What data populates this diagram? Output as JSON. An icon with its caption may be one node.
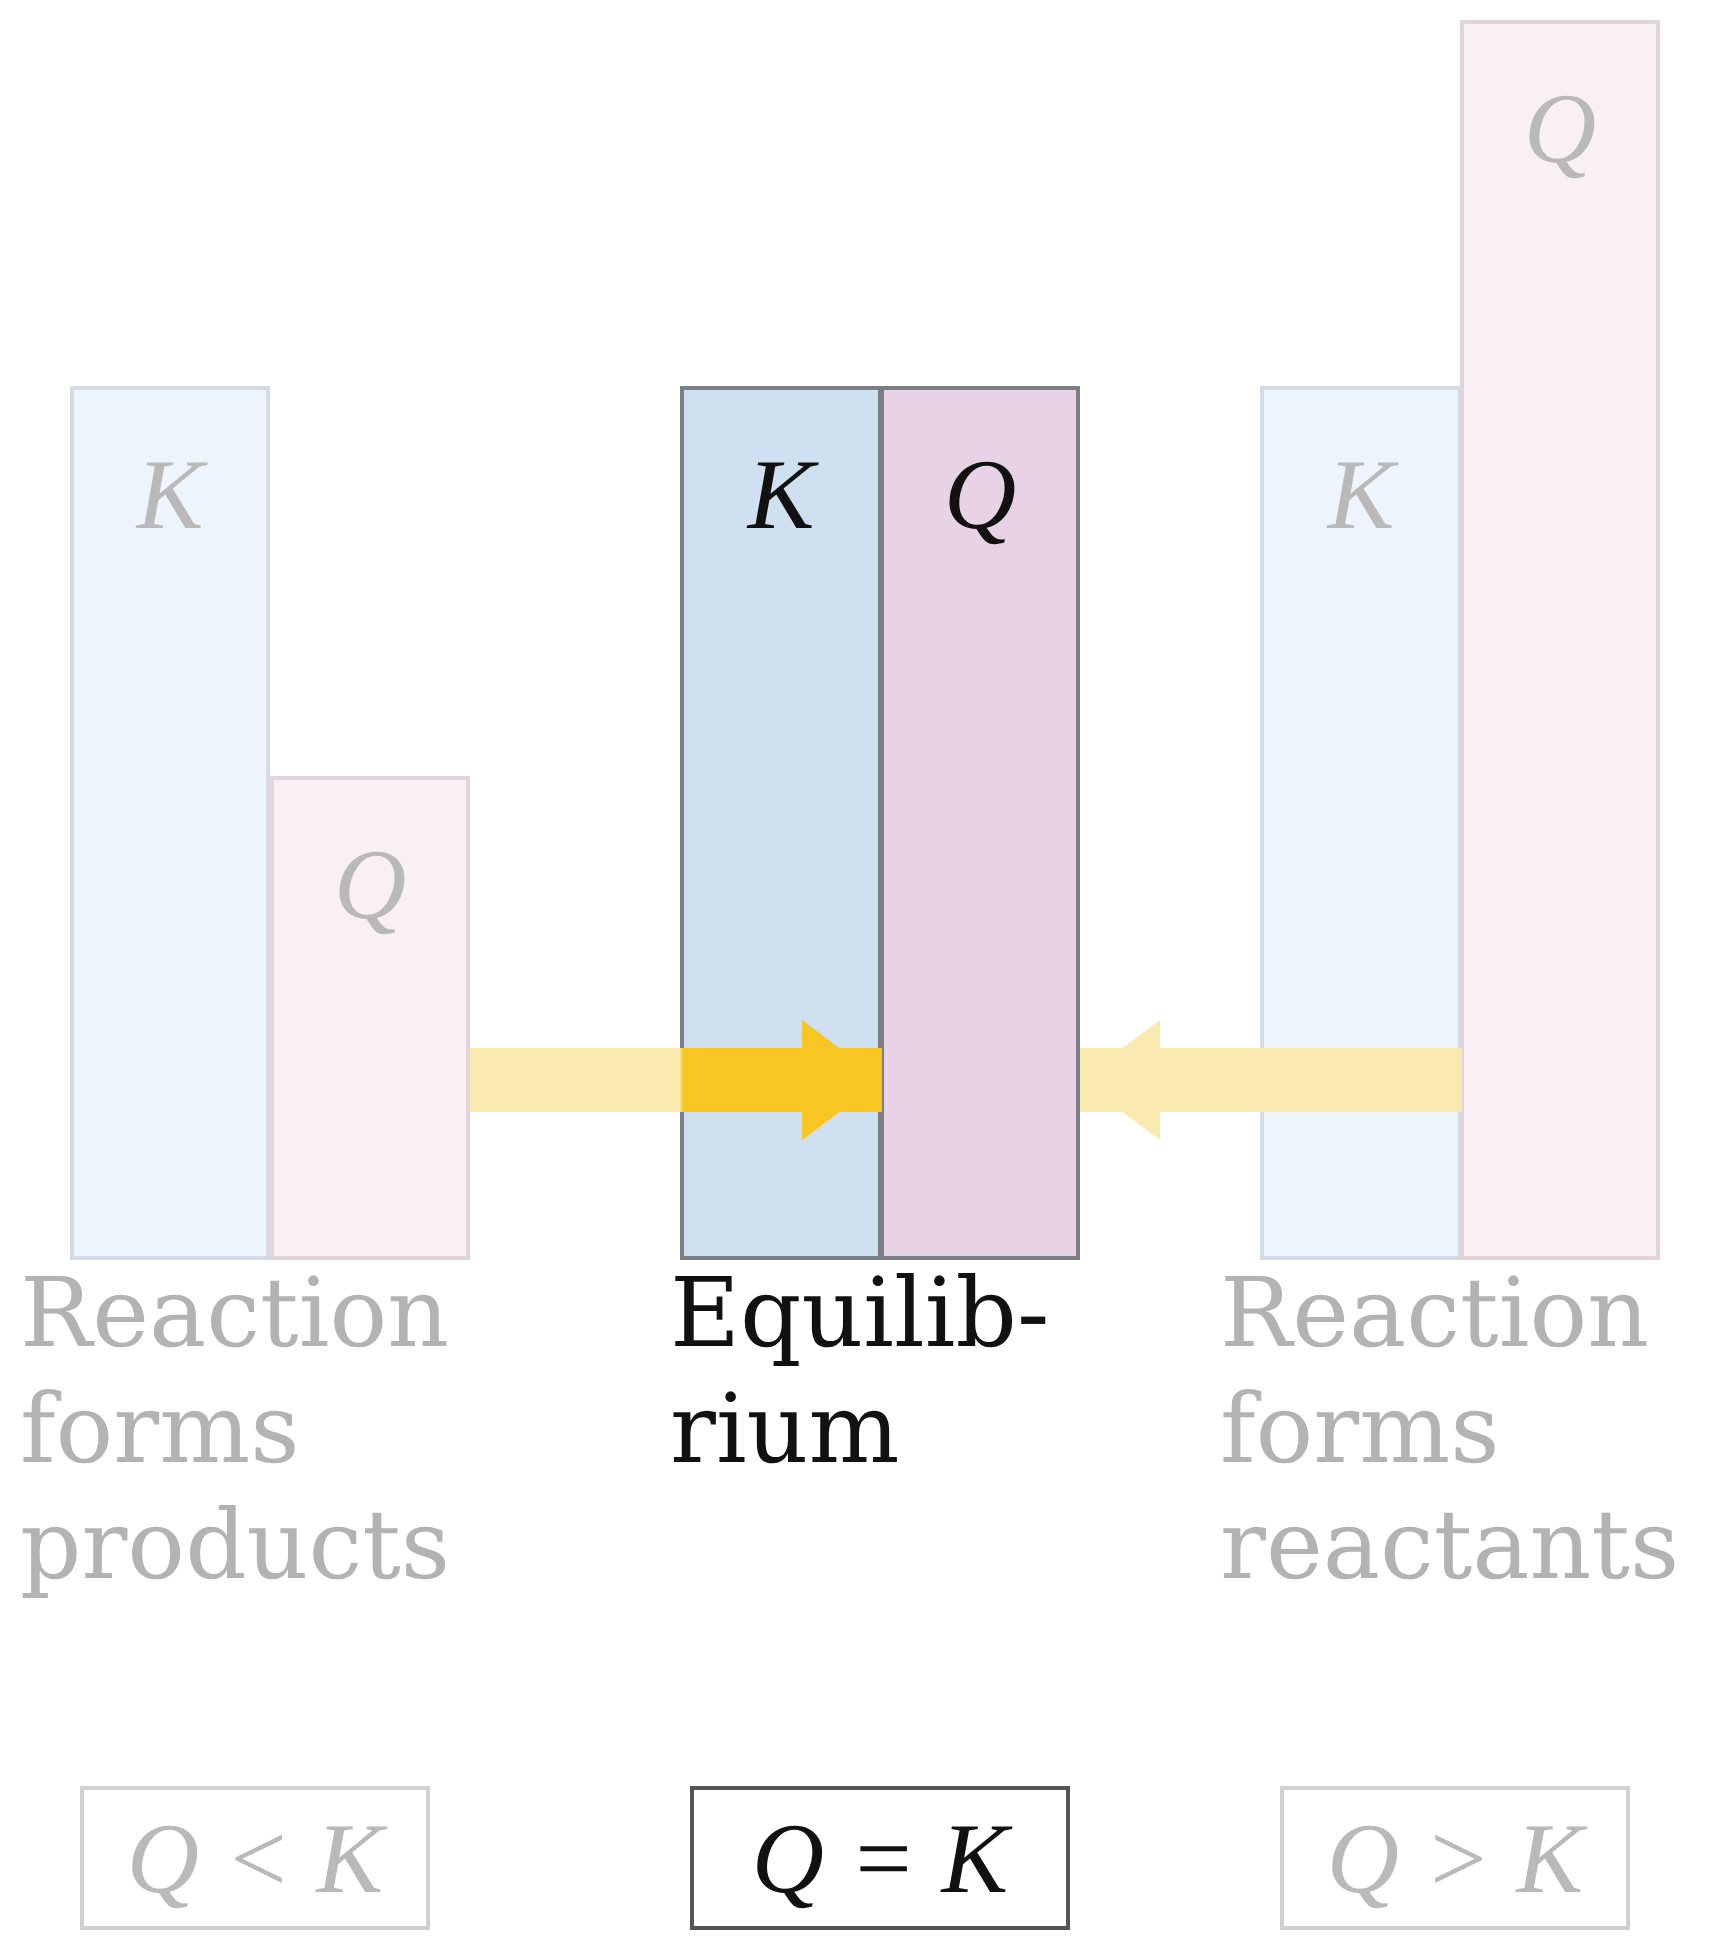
{
  "diagram": {
    "nodes": [
      {
        "text": [
          "K"
        ]
      },
      {
        "text": [
          "Q"
        ]
      },
      {
        "text": [
          "K"
        ]
      },
      {
        "text": [
          "Q"
        ]
      },
      {
        "text": [
          "K"
        ]
      },
      {
        "text": [
          "Q"
        ]
      },
      {
        "text": [
          "Q < K"
        ]
      },
      {
        "text": [
          "Q = K"
        ]
      },
      {
        "text": [
          "Q > K"
        ]
      }
    ],
    "edges": [
      {
        "from": 1,
        "to": 2,
        "arrow": "to"
      },
      {
        "from": 4,
        "to": 3,
        "arrow": "to"
      }
    ],
    "labels": [
      "Reaction forms products",
      "Equilib-rium",
      "Reaction forms reactants"
    ]
  }
}
